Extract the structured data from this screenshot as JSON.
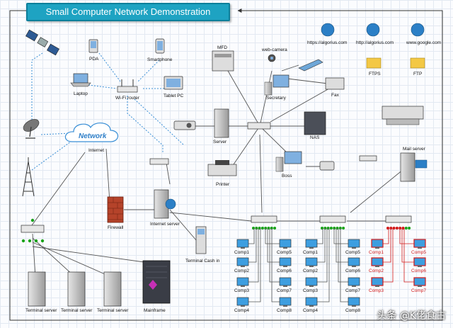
{
  "title": "Small Computer Network Demonstration",
  "watermark": "头条 @K佬食古",
  "colors": {
    "accent": "#1ea3c2",
    "wire": "#555555",
    "wireless": "#3a8fd6",
    "junction": "#19a319",
    "alert": "#d11a1a"
  },
  "labels": {
    "pda": "PDA",
    "smartphone": "Smartphone",
    "laptop": "Laptop",
    "wifi_router": "Wi-Fi router",
    "tablet": "Tablet PC",
    "network_cloud": "Network",
    "internet": "Internet",
    "mfd": "MFD",
    "web_camera": "web-camera",
    "secretary": "Secretary",
    "fax": "Fax",
    "server": "Server",
    "nas": "NAS",
    "printer": "Printer",
    "boss": "Boss",
    "firewall": "Firewall",
    "internet_server": "Internet server",
    "terminal_cash": "Terminal Cash in",
    "mail_server": "Mail server",
    "ftps": "FTPS",
    "ftp": "FTP",
    "mainframe": "Mainframe",
    "terminal_server": "Terminal server"
  },
  "globes": [
    "https://algorius.com",
    "http://algorius.com",
    "www.google.com"
  ],
  "comp_groups": [
    {
      "left": [
        "Comp1",
        "Comp2",
        "Comp3",
        "Comp4"
      ],
      "right": [
        "Comp5",
        "Comp6",
        "Comp7",
        "Comp8"
      ],
      "alert": false
    },
    {
      "left": [
        "Comp1",
        "Comp2",
        "Comp3",
        "Comp4"
      ],
      "right": [
        "Comp5",
        "Comp6",
        "Comp7",
        "Comp8"
      ],
      "alert": false
    },
    {
      "left": [
        "Comp1",
        "Comp2",
        "Comp3"
      ],
      "right": [
        "Comp5",
        "Comp6",
        "Comp7"
      ],
      "alert": true
    }
  ]
}
